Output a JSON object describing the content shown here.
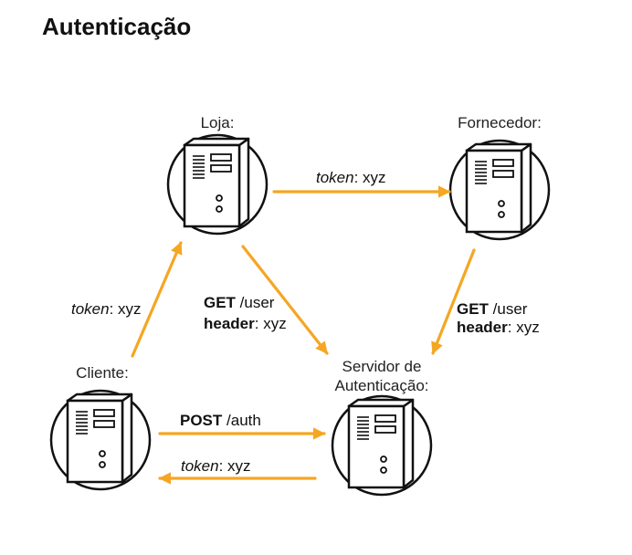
{
  "title": "Autenticação",
  "colors": {
    "arrow": "#f5a623",
    "server_outline": "#111111",
    "server_fill": "#ffffff"
  },
  "nodes": {
    "loja": {
      "label": "Loja:"
    },
    "fornecedor": {
      "label": "Fornecedor:"
    },
    "cliente": {
      "label": "Cliente:"
    },
    "servidor": {
      "label_line1": "Servidor de",
      "label_line2": "Autenticação:"
    }
  },
  "edges": {
    "cliente_to_loja": {
      "key": "token",
      "rest": ": xyz"
    },
    "loja_to_fornecedor": {
      "key": "token",
      "rest": ": xyz"
    },
    "loja_to_servidor": {
      "method": "GET",
      "path": " /user",
      "header_key": "header",
      "header_rest": ": xyz"
    },
    "fornecedor_to_servidor": {
      "method": "GET",
      "path": " /user",
      "header_key": "header",
      "header_rest": ": xyz"
    },
    "cliente_to_servidor": {
      "method": "POST",
      "path": " /auth"
    },
    "servidor_to_cliente": {
      "key": "token",
      "rest": ": xyz"
    }
  },
  "icons": [
    "server-icon"
  ]
}
